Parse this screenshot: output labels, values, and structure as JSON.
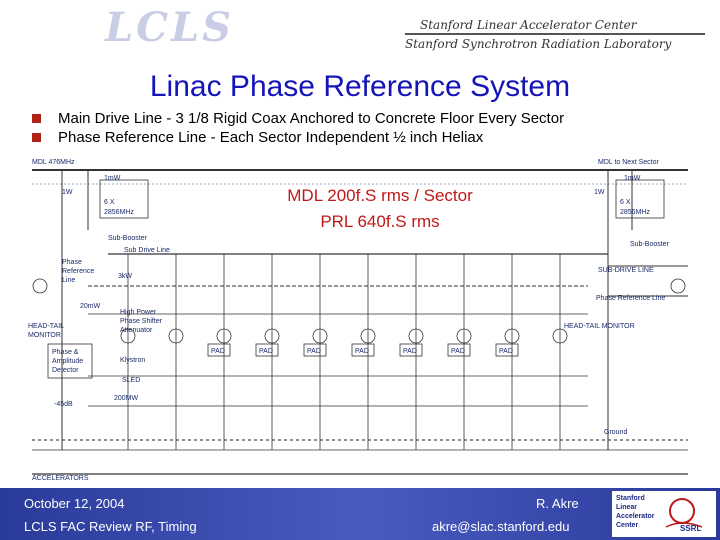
{
  "header": {
    "logo_text": "LCLS",
    "lab_line1": "Stanford Linear Accelerator Center",
    "lab_line2": "Stanford Synchrotron Radiation Laboratory"
  },
  "slide": {
    "title": "Linac Phase Reference System",
    "bullets": [
      "Main Drive Line - 3 1/8 Rigid Coax Anchored to Concrete Floor Every Sector",
      "Phase Reference Line - Each Sector Independent ½ inch Heliax"
    ],
    "overlay_line1": "MDL 200f.S rms / Sector",
    "overlay_line2": "PRL  640f.S rms"
  },
  "diagram": {
    "mdl_label": "MDL 476MHz",
    "mdl_next": "MDL to Next Sector",
    "p1mw_left": "1mW",
    "p1mw_right": "1mW",
    "p1w_left": "1W",
    "p1w_right": "1W",
    "mult_left_1": "6 X",
    "mult_left_2": "2856MHz",
    "mult_right_1": "6 X",
    "mult_right_2": "2856MHz",
    "subbooster_left": "Sub-Booster",
    "subbooster_right": "Sub-Booster",
    "sub_drive_line": "Sub Drive Line",
    "sub_drive_line_right": "SUB-DRIVE LINE",
    "phase_ref_1": "Phase",
    "phase_ref_2": "Reference",
    "phase_ref_3": "Line",
    "phase_ref_right": "Phase Reference Line",
    "p3kw": "3kW",
    "p20mw": "20mW",
    "hpps_1": "High Power",
    "hpps_2": "Phase Shifter",
    "hpps_3": "Attenuator",
    "headtail_left_1": "HEAD-TAIL",
    "headtail_left_2": "MONITOR",
    "headtail_right": "HEAD-TAIL MONITOR",
    "pad_1": "Phase &",
    "pad_2": "Amplitude",
    "pad_3": "Detector",
    "klystron": "Klystron",
    "sled": "SLED",
    "p200mw": "200MW",
    "db": "-45dB",
    "ground": "Ground",
    "accelerators": "ACCELERATORS",
    "pad_box": "PAD"
  },
  "footer": {
    "date": "October 12, 2004",
    "event": "LCLS FAC Review RF, Timing",
    "author": "R. Akre",
    "email": "akre@slac.stanford.edu",
    "logo_line1": "Stanford",
    "logo_line2": "Linear",
    "logo_line3": "Accelerator",
    "logo_line4": "Center",
    "ssrl": "SSRL"
  },
  "colors": {
    "title": "#1414b8",
    "bullet": "#b02418",
    "overlay": "#c01818",
    "footer": "#3b4cb0"
  }
}
